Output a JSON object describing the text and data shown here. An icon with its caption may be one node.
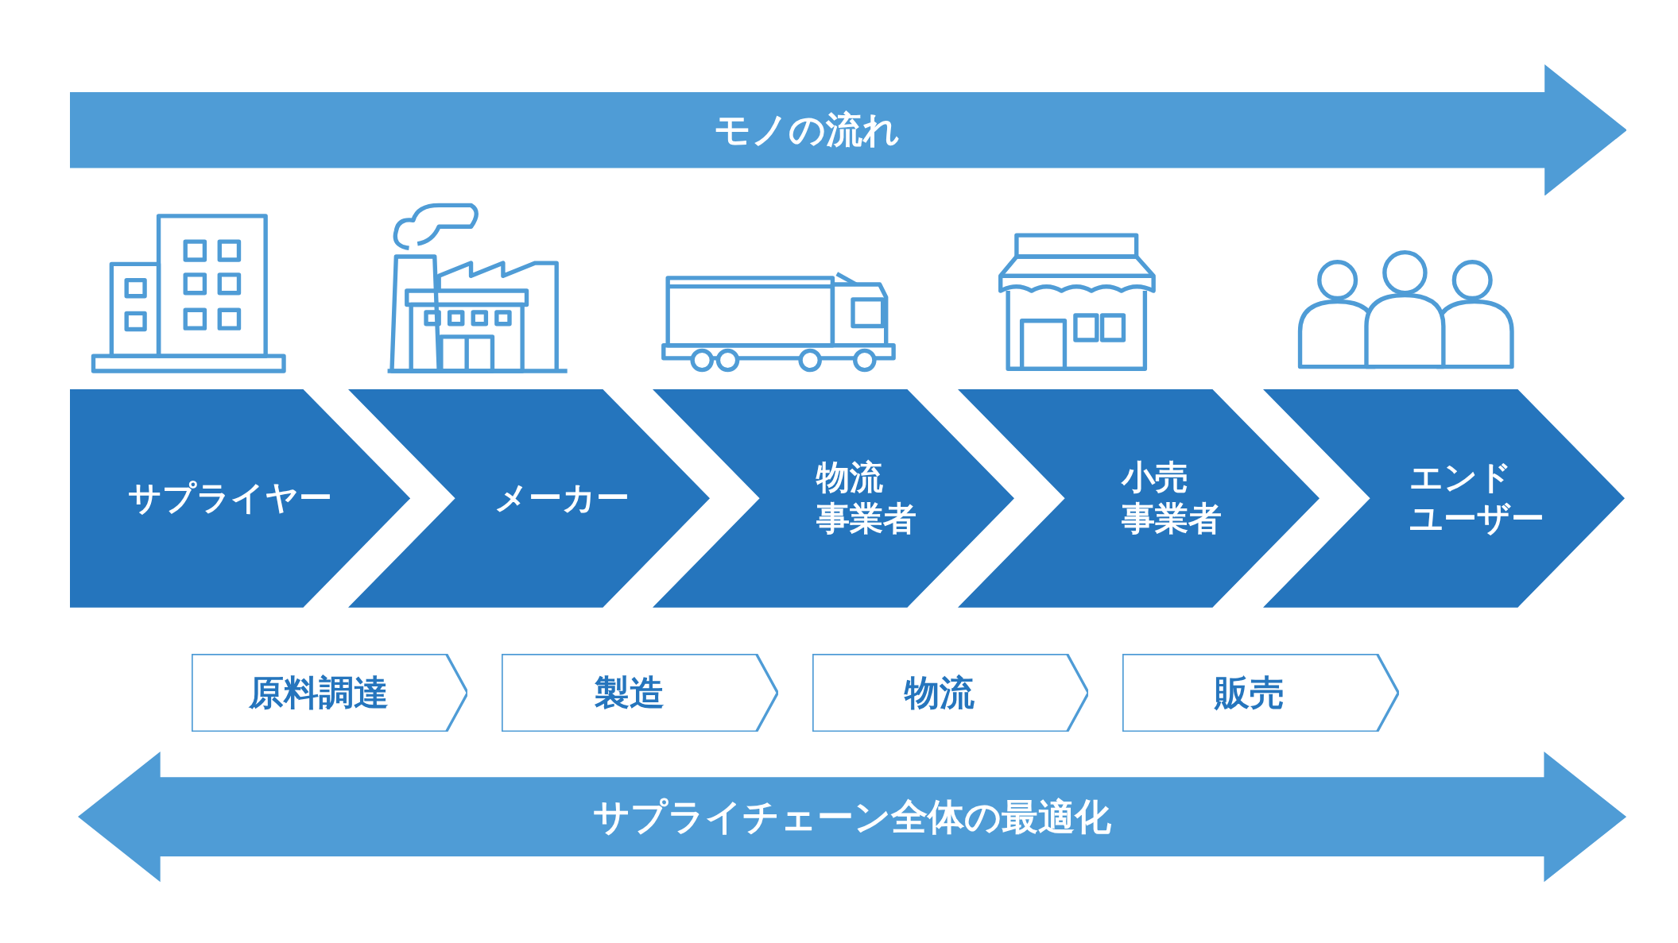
{
  "diagram": {
    "nodes": [
      {
        "text": [
          "モノの流れ"
        ]
      },
      {
        "text": [
          "サプライヤー"
        ]
      },
      {
        "text": [
          "メーカー"
        ]
      },
      {
        "text": [
          "物流",
          "事業者"
        ]
      },
      {
        "text": [
          "小売",
          "事業者"
        ]
      },
      {
        "text": [
          "エンド",
          "ユーザー"
        ]
      },
      {
        "text": [
          "原料調達"
        ]
      },
      {
        "text": [
          "製造"
        ]
      },
      {
        "text": [
          "物流"
        ]
      },
      {
        "text": [
          "販売"
        ]
      },
      {
        "text": [
          "サプライチェーン全体の最適化"
        ]
      }
    ]
  }
}
